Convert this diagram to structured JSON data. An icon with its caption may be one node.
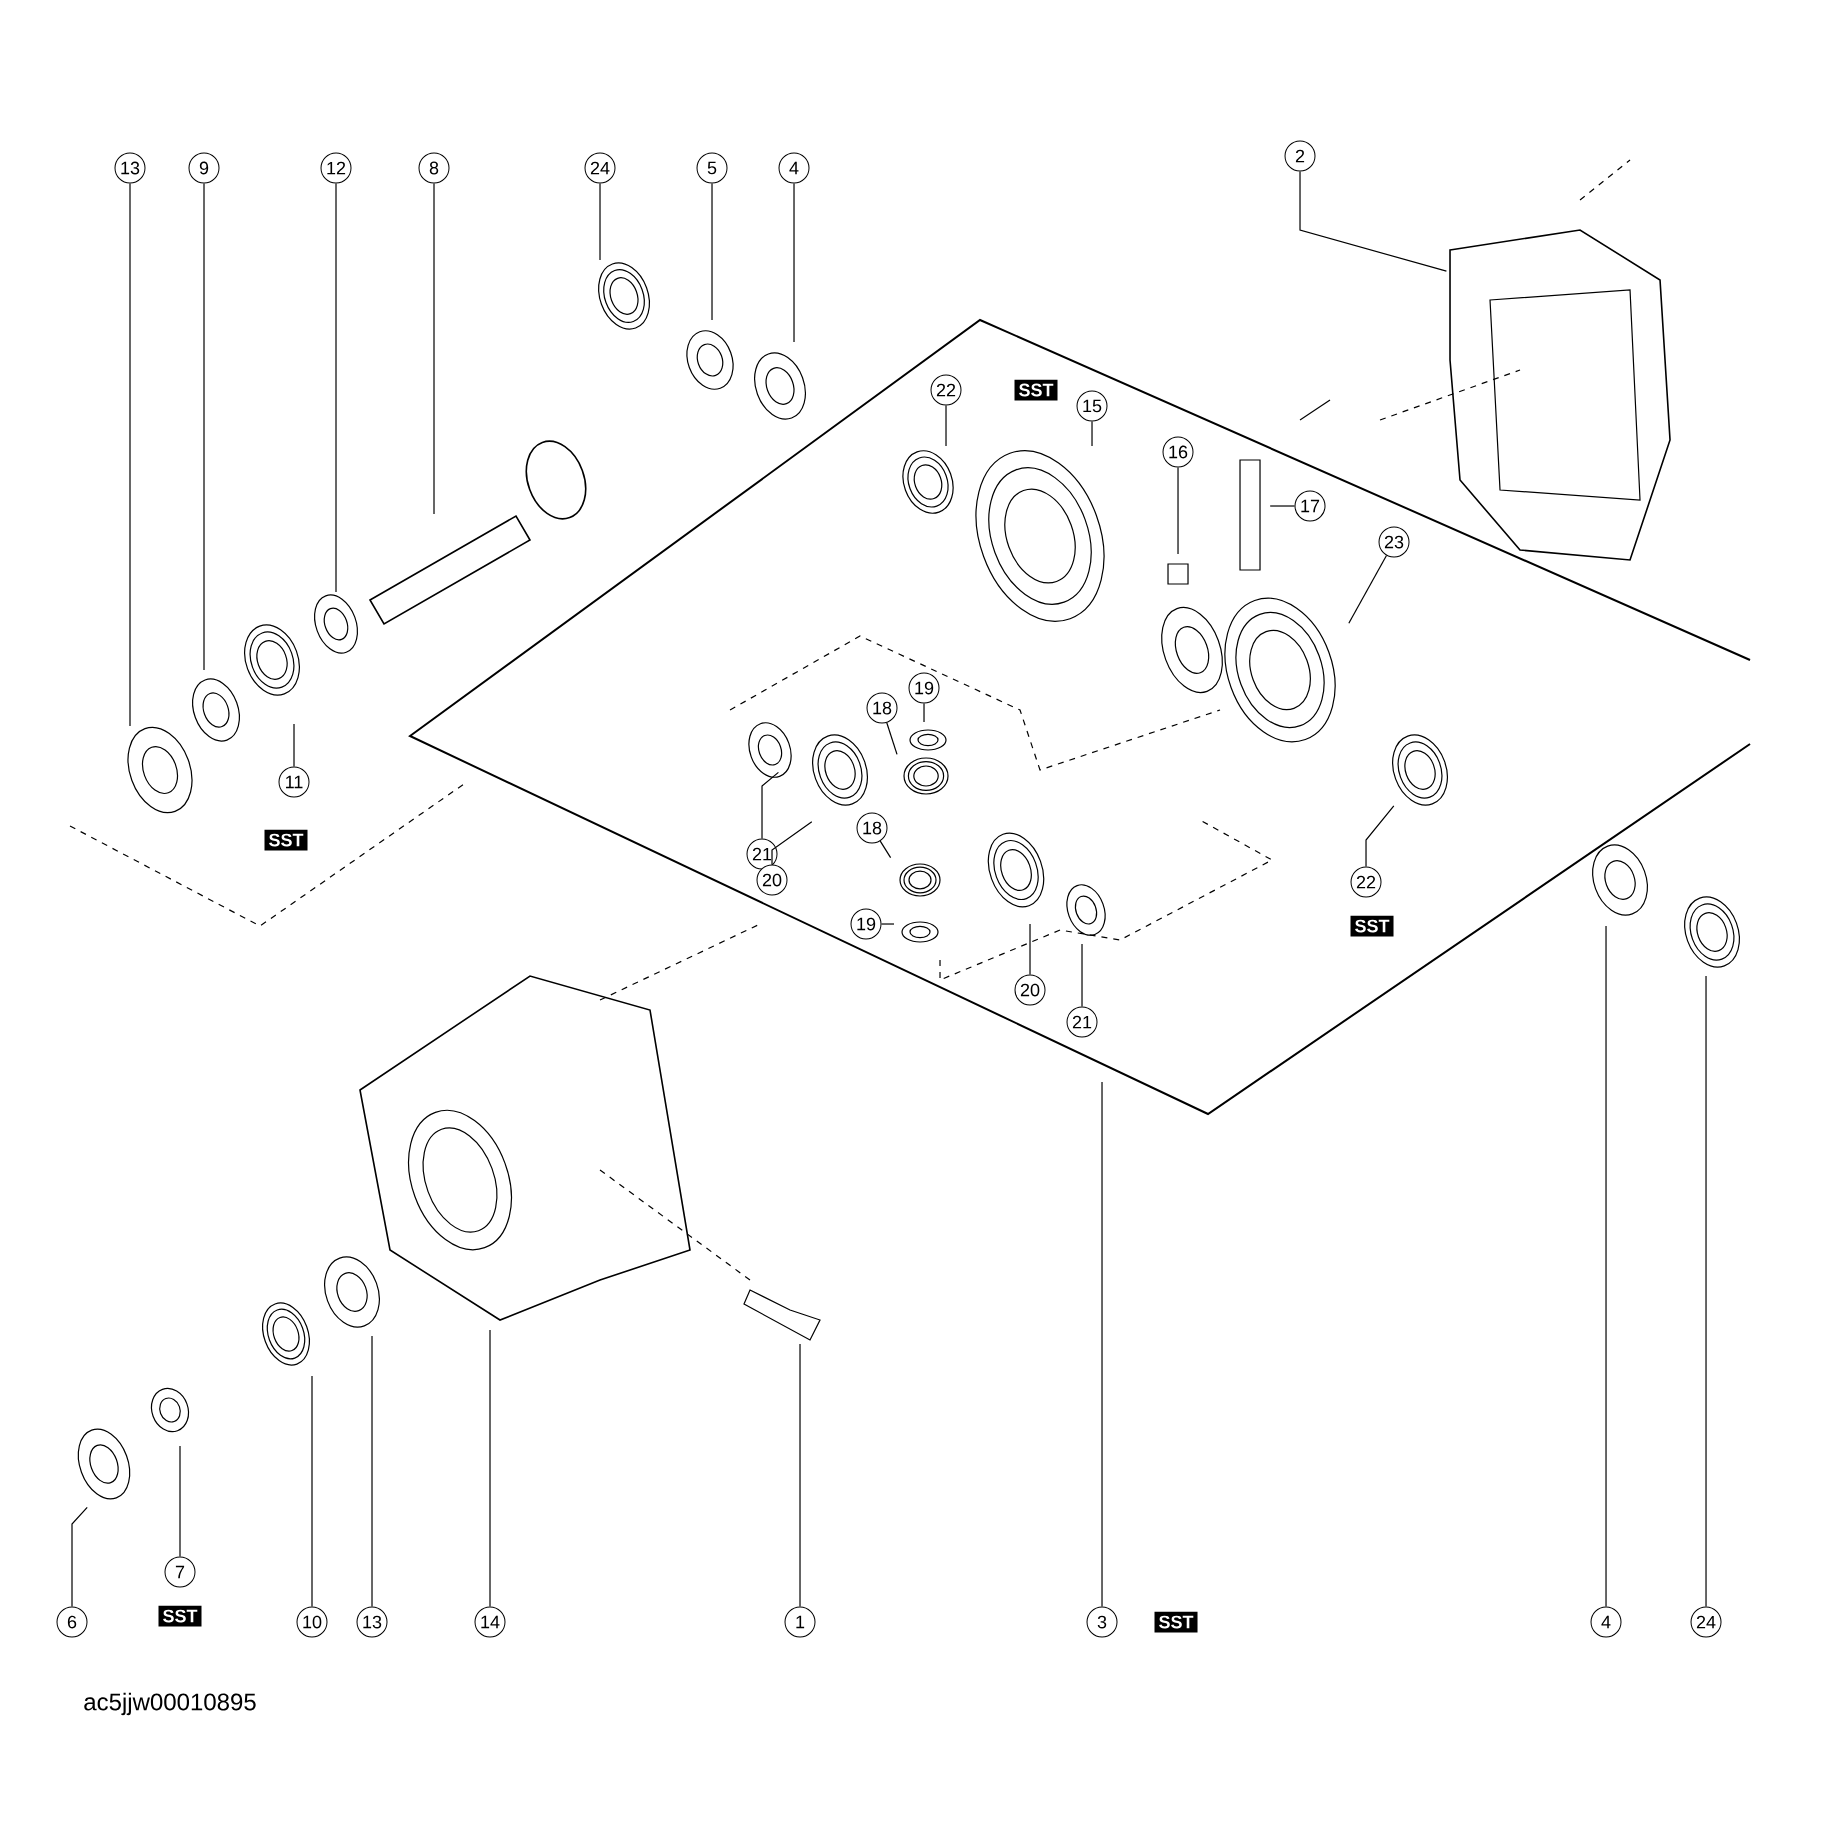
{
  "diagram": {
    "nodes": [
      {
        "text": [
          "13"
        ]
      },
      {
        "text": [
          "9"
        ]
      },
      {
        "text": [
          "12"
        ]
      },
      {
        "text": [
          "8"
        ]
      },
      {
        "text": [
          "24"
        ]
      },
      {
        "text": [
          "5"
        ]
      },
      {
        "text": [
          "4"
        ]
      },
      {
        "text": [
          "2"
        ]
      },
      {
        "text": [
          "22"
        ]
      },
      {
        "text": [
          "15"
        ]
      },
      {
        "text": [
          "16"
        ]
      },
      {
        "text": [
          "17"
        ]
      },
      {
        "text": [
          "23"
        ]
      },
      {
        "text": [
          "19"
        ]
      },
      {
        "text": [
          "18"
        ]
      },
      {
        "text": [
          "11"
        ]
      },
      {
        "text": [
          "21"
        ]
      },
      {
        "text": [
          "20"
        ]
      },
      {
        "text": [
          "18"
        ]
      },
      {
        "text": [
          "22"
        ]
      },
      {
        "text": [
          "19"
        ]
      },
      {
        "text": [
          "20"
        ]
      },
      {
        "text": [
          "21"
        ]
      },
      {
        "text": [
          "7"
        ]
      },
      {
        "text": [
          "6"
        ]
      },
      {
        "text": [
          "10"
        ]
      },
      {
        "text": [
          "13"
        ]
      },
      {
        "text": [
          "14"
        ]
      },
      {
        "text": [
          "1"
        ]
      },
      {
        "text": [
          "3"
        ]
      },
      {
        "text": [
          "4"
        ]
      },
      {
        "text": [
          "24"
        ]
      }
    ],
    "edges": [
      {
        "from": 0,
        "to": null,
        "arrow": "none"
      },
      {
        "from": 1,
        "to": null,
        "arrow": "none"
      },
      {
        "from": 2,
        "to": null,
        "arrow": "none"
      },
      {
        "from": 3,
        "to": null,
        "arrow": "none"
      },
      {
        "from": 4,
        "to": null,
        "arrow": "none"
      },
      {
        "from": 5,
        "to": null,
        "arrow": "none"
      },
      {
        "from": 6,
        "to": null,
        "arrow": "none"
      },
      {
        "from": 7,
        "to": null,
        "arrow": "none"
      },
      {
        "from": 8,
        "to": null,
        "arrow": "none"
      },
      {
        "from": 9,
        "to": null,
        "arrow": "none"
      },
      {
        "from": 10,
        "to": null,
        "arrow": "none"
      },
      {
        "from": 11,
        "to": null,
        "arrow": "none"
      },
      {
        "from": 12,
        "to": null,
        "arrow": "none"
      },
      {
        "from": 13,
        "to": null,
        "arrow": "none"
      },
      {
        "from": 14,
        "to": null,
        "arrow": "none"
      },
      {
        "from": 15,
        "to": null,
        "arrow": "none"
      },
      {
        "from": 16,
        "to": null,
        "arrow": "none"
      },
      {
        "from": 17,
        "to": null,
        "arrow": "none"
      },
      {
        "from": 18,
        "to": null,
        "arrow": "none"
      },
      {
        "from": 19,
        "to": null,
        "arrow": "none"
      },
      {
        "from": 20,
        "to": null,
        "arrow": "none"
      },
      {
        "from": 21,
        "to": null,
        "arrow": "none"
      },
      {
        "from": 22,
        "to": null,
        "arrow": "none"
      },
      {
        "from": 23,
        "to": null,
        "arrow": "none"
      },
      {
        "from": 24,
        "to": null,
        "arrow": "none"
      },
      {
        "from": 25,
        "to": null,
        "arrow": "none"
      },
      {
        "from": 26,
        "to": null,
        "arrow": "none"
      },
      {
        "from": 27,
        "to": null,
        "arrow": "none"
      },
      {
        "from": 28,
        "to": null,
        "arrow": "none"
      },
      {
        "from": 29,
        "to": null,
        "arrow": "none"
      },
      {
        "from": 30,
        "to": null,
        "arrow": "none"
      },
      {
        "from": 31,
        "to": null,
        "arrow": "none"
      }
    ],
    "labels": [
      "SST",
      "SST",
      "SST",
      "SST",
      "SST",
      "ac5jjw00010895"
    ]
  }
}
